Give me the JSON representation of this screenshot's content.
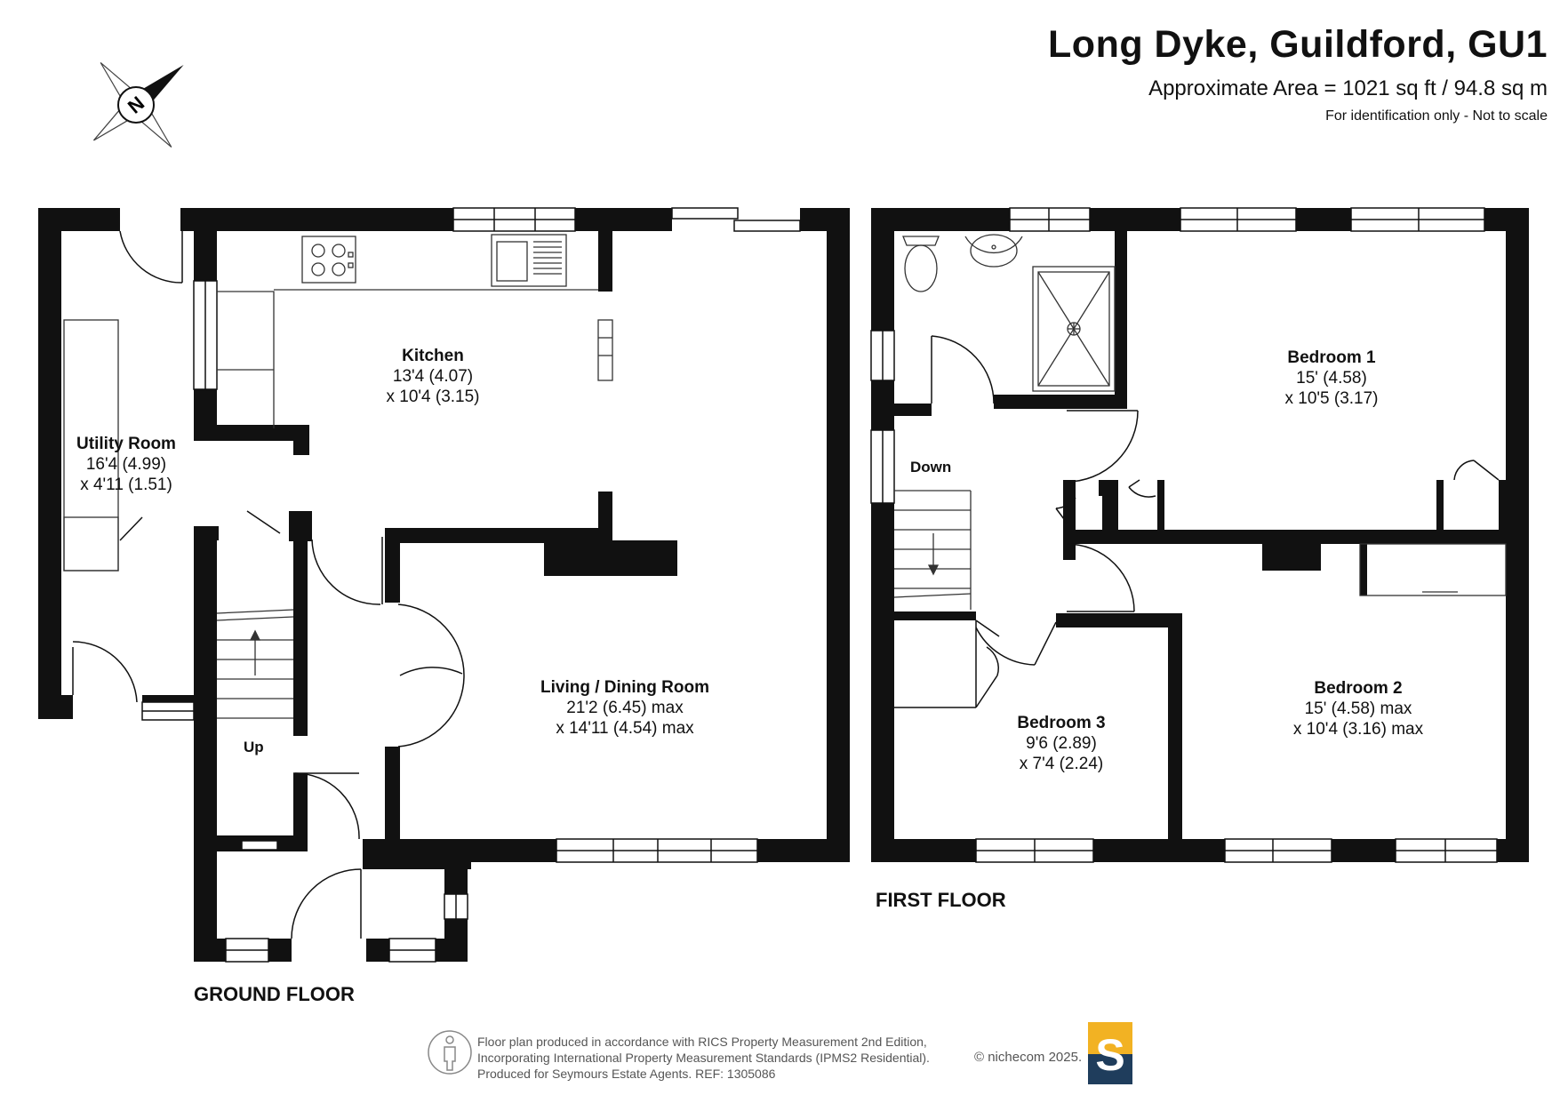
{
  "header": {
    "title": "Long Dyke, Guildford, GU1",
    "area": "Approximate Area = 1021 sq ft / 94.8 sq m",
    "note": "For identification only - Not to scale"
  },
  "compass": {
    "letter": "N"
  },
  "ground_floor": {
    "label": "GROUND FLOOR",
    "stairs_label": "Up",
    "rooms": [
      {
        "name": "Utility Room",
        "dim1": "16'4 (4.99)",
        "dim2": "x 4'11 (1.51)"
      },
      {
        "name": "Kitchen",
        "dim1": "13'4 (4.07)",
        "dim2": "x 10'4 (3.15)"
      },
      {
        "name": "Living / Dining Room",
        "dim1": "21'2 (6.45) max",
        "dim2": "x 14'11 (4.54) max"
      }
    ]
  },
  "first_floor": {
    "label": "FIRST FLOOR",
    "stairs_label": "Down",
    "rooms": [
      {
        "name": "Bedroom 1",
        "dim1": "15' (4.58)",
        "dim2": "x 10'5 (3.17)"
      },
      {
        "name": "Bedroom 2",
        "dim1": "15' (4.58) max",
        "dim2": "x 10'4 (3.16) max"
      },
      {
        "name": "Bedroom 3",
        "dim1": "9'6 (2.89)",
        "dim2": "x 7'4 (2.24)"
      }
    ]
  },
  "footer": {
    "line1": "Floor plan produced in accordance with RICS Property Measurement 2nd Edition,",
    "line2": "Incorporating International Property Measurement Standards (IPMS2 Residential).",
    "line3": "Produced for Seymours Estate Agents.   REF: 1305086",
    "copyright": "© nichecom 2025.",
    "logo_letter": "S",
    "logo_colors": {
      "top": "#f2b223",
      "bottom": "#1f3d5c"
    }
  }
}
